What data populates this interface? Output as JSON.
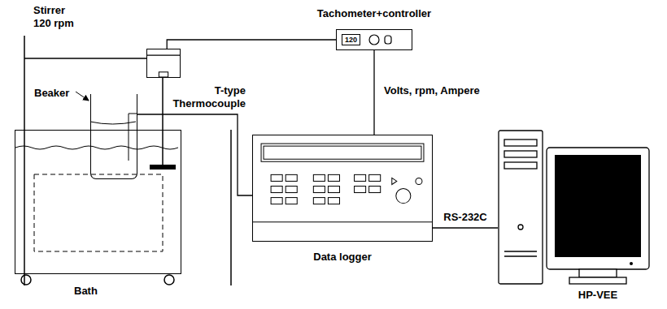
{
  "diagram": {
    "nodes": [
      {
        "text": [
          "Stirrer 120 rpm"
        ]
      },
      {
        "text": [
          "Tachometer+controller",
          "120"
        ]
      },
      {
        "text": [
          "Bath"
        ]
      },
      {
        "text": [
          "Beaker"
        ],
        "in": 2
      },
      {
        "text": [
          "Data logger"
        ]
      },
      {
        "text": [
          "HP-VEE"
        ]
      }
    ],
    "edges": [
      {
        "from": 0,
        "to": 1,
        "arrow": "none"
      },
      {
        "from": 1,
        "to": 4,
        "label": "Volts, rpm, Ampere",
        "arrow": "none"
      },
      {
        "from": 3,
        "to": 4,
        "label": "T-type Thermocouple",
        "arrow": "none"
      },
      {
        "from": 4,
        "to": 5,
        "label": "RS-232C",
        "arrow": "none"
      }
    ]
  }
}
